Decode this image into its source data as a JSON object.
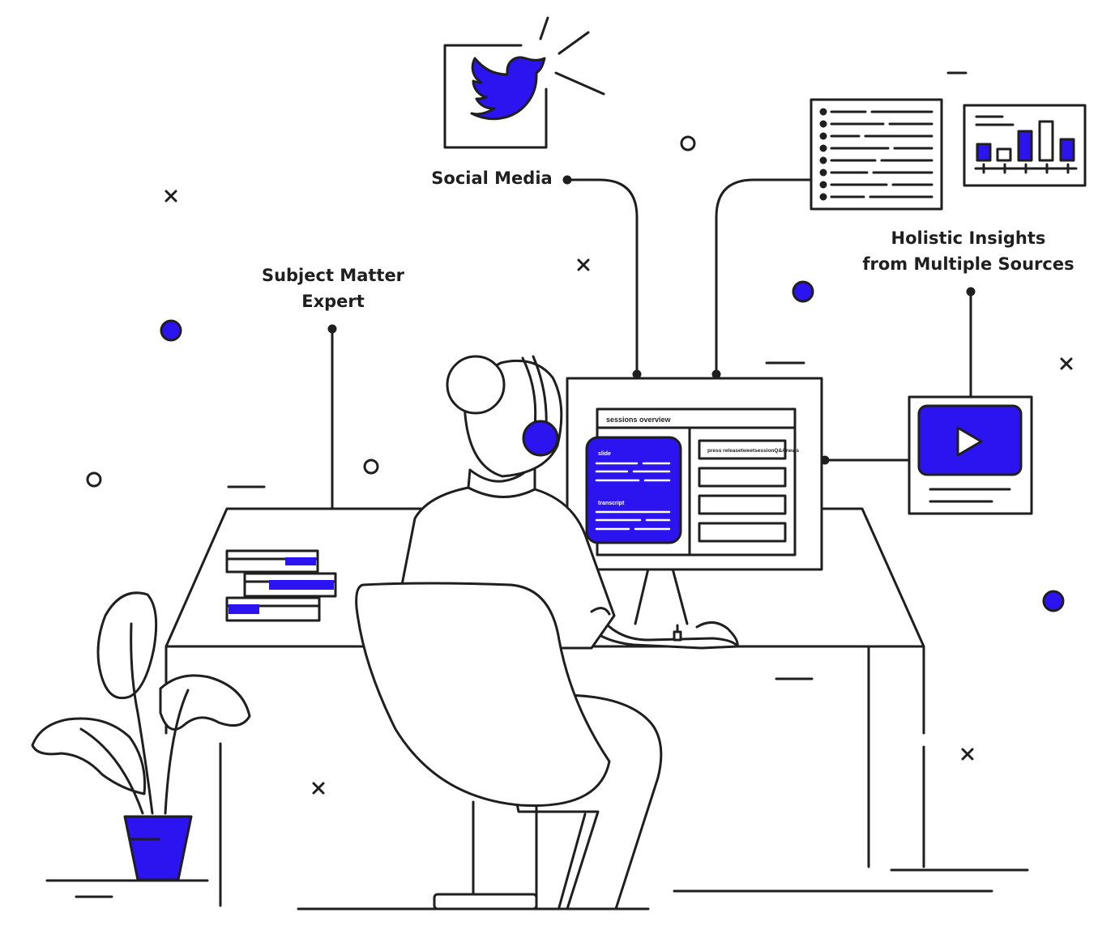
{
  "labels": {
    "social_media": "Social Media",
    "sme_line1": "Subject Matter",
    "sme_line2": "Expert",
    "holistic_line1": "Holistic Insights",
    "holistic_line2": "from Multiple Sources"
  },
  "screen": {
    "header": "sessions overview",
    "slide_label": "slide",
    "transcript_label": "transcript",
    "tabs_text": "press releasetweetsessionQ&Anews"
  },
  "icons": [
    "twitter-bird-icon",
    "play-icon",
    "document-list-icon",
    "bar-chart-icon",
    "headphones-icon"
  ],
  "colors": {
    "accent": "#2b14f0",
    "stroke": "#1f1f1f",
    "background": "#ffffff"
  }
}
